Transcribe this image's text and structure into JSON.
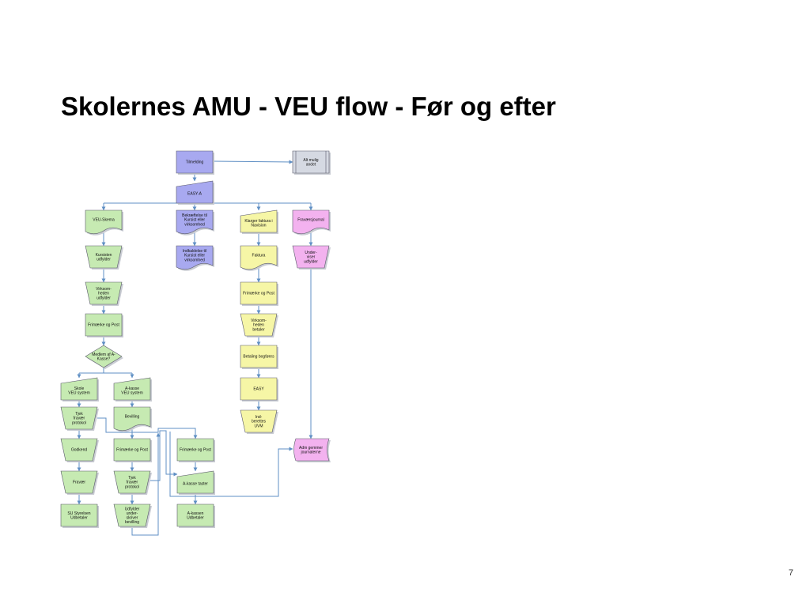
{
  "slide": {
    "title": "Skolernes AMU - VEU flow - Før og efter",
    "page_number": "7"
  },
  "colors": {
    "purple": "#a8a9f0",
    "green": "#c6eab2",
    "yellow": "#f6f6a6",
    "pink": "#f3b2ef",
    "grey": "#d5d9e2",
    "connector": "#5f8fc4"
  },
  "nodes": [
    {
      "id": "tilmelding",
      "lines": [
        "Tilmelding"
      ],
      "shape": "process",
      "color": "purple"
    },
    {
      "id": "alt-muligt",
      "lines": [
        "Alt mulig",
        "andet"
      ],
      "shape": "subprocess",
      "color": "grey"
    },
    {
      "id": "easy-a",
      "lines": [
        "EASY-A"
      ],
      "shape": "manual-input",
      "color": "purple"
    },
    {
      "id": "veu-skema",
      "lines": [
        "VEU-Skema"
      ],
      "shape": "document",
      "color": "green"
    },
    {
      "id": "bekraeftelse",
      "lines": [
        "Bekræftelse til",
        "Kursist eller",
        "virksomhed"
      ],
      "shape": "document",
      "color": "purple"
    },
    {
      "id": "klarger-faktura",
      "lines": [
        "Klarger faktura i",
        "Navision"
      ],
      "shape": "manual-input",
      "color": "yellow"
    },
    {
      "id": "fravaersjournal",
      "lines": [
        "Fraværsjournal"
      ],
      "shape": "document",
      "color": "pink"
    },
    {
      "id": "kursisten-udfylder",
      "lines": [
        "Kursisten",
        "udfylder"
      ],
      "shape": "manual-operation",
      "color": "green"
    },
    {
      "id": "indkaldelse",
      "lines": [
        "Indkaldelse til",
        "Kursist eller",
        "virksomhed"
      ],
      "shape": "document",
      "color": "purple"
    },
    {
      "id": "faktura",
      "lines": [
        "Faktura"
      ],
      "shape": "document",
      "color": "yellow"
    },
    {
      "id": "undervisere-udfylder",
      "lines": [
        "Under-",
        "viser",
        "udfylder"
      ],
      "shape": "manual-operation",
      "color": "pink"
    },
    {
      "id": "virksomheden-udfylder",
      "lines": [
        "Virksom-",
        "heden",
        "udfylder"
      ],
      "shape": "manual-operation",
      "color": "green"
    },
    {
      "id": "frimaerke-post-yellow",
      "lines": [
        "Frimærke og Post"
      ],
      "shape": "process",
      "color": "yellow"
    },
    {
      "id": "frimaerke-post-left",
      "lines": [
        "Frimærke og Post"
      ],
      "shape": "process",
      "color": "green"
    },
    {
      "id": "virksomheden-betaler",
      "lines": [
        "Virksom-",
        "heden",
        "betaler"
      ],
      "shape": "manual-operation",
      "color": "yellow"
    },
    {
      "id": "medlem-a-kasse",
      "lines": [
        "Medlem af A-",
        "Kasse?"
      ],
      "shape": "decision",
      "color": "green"
    },
    {
      "id": "betaling-bogfores",
      "lines": [
        "Betaling bogføres"
      ],
      "shape": "process",
      "color": "yellow"
    },
    {
      "id": "skole-veu-system",
      "lines": [
        "Skole",
        "VEU system"
      ],
      "shape": "manual-input",
      "color": "green"
    },
    {
      "id": "a-kasse-veu-system",
      "lines": [
        "A-kasse",
        "VEU system"
      ],
      "shape": "manual-input",
      "color": "green"
    },
    {
      "id": "easy",
      "lines": [
        "EASY"
      ],
      "shape": "process",
      "color": "yellow"
    },
    {
      "id": "tjek-fravaer-1",
      "lines": [
        "Tjek",
        "fravær",
        "protokol"
      ],
      "shape": "manual-operation",
      "color": "green"
    },
    {
      "id": "bevilling",
      "lines": [
        "Bevilling"
      ],
      "shape": "document",
      "color": "green"
    },
    {
      "id": "indberettes-uvm",
      "lines": [
        "Ind-",
        "berettes",
        "UVM"
      ],
      "shape": "manual-operation",
      "color": "yellow"
    },
    {
      "id": "godkend",
      "lines": [
        "Godkend"
      ],
      "shape": "manual-operation",
      "color": "green"
    },
    {
      "id": "frimaerke-post-mid",
      "lines": [
        "Frimærke og Post"
      ],
      "shape": "process",
      "color": "green"
    },
    {
      "id": "frimaerke-post-right",
      "lines": [
        "Frimærke og Post"
      ],
      "shape": "process",
      "color": "green"
    },
    {
      "id": "adm-gemmer",
      "lines": [
        "Adm gemmer",
        "journalerne"
      ],
      "shape": "stored-data",
      "color": "pink"
    },
    {
      "id": "fravaer",
      "lines": [
        "Fravær"
      ],
      "shape": "manual-operation",
      "color": "green"
    },
    {
      "id": "tjek-fravaer-2",
      "lines": [
        "Tjek",
        "fravær",
        "protokol"
      ],
      "shape": "manual-operation",
      "color": "green"
    },
    {
      "id": "a-kasse-taster",
      "lines": [
        "A-kasse taster"
      ],
      "shape": "manual-input",
      "color": "green"
    },
    {
      "id": "su-styrelsen",
      "lines": [
        "SU Styrelsen",
        "Udbetaler"
      ],
      "shape": "process",
      "color": "green"
    },
    {
      "id": "udfylder-underskriver",
      "lines": [
        "Udfylder",
        "under-",
        "skriver",
        "bevilling"
      ],
      "shape": "manual-operation",
      "color": "green"
    },
    {
      "id": "a-kassen-udbetaler",
      "lines": [
        "A-kassen",
        "Udbetaler"
      ],
      "shape": "process",
      "color": "green"
    }
  ]
}
